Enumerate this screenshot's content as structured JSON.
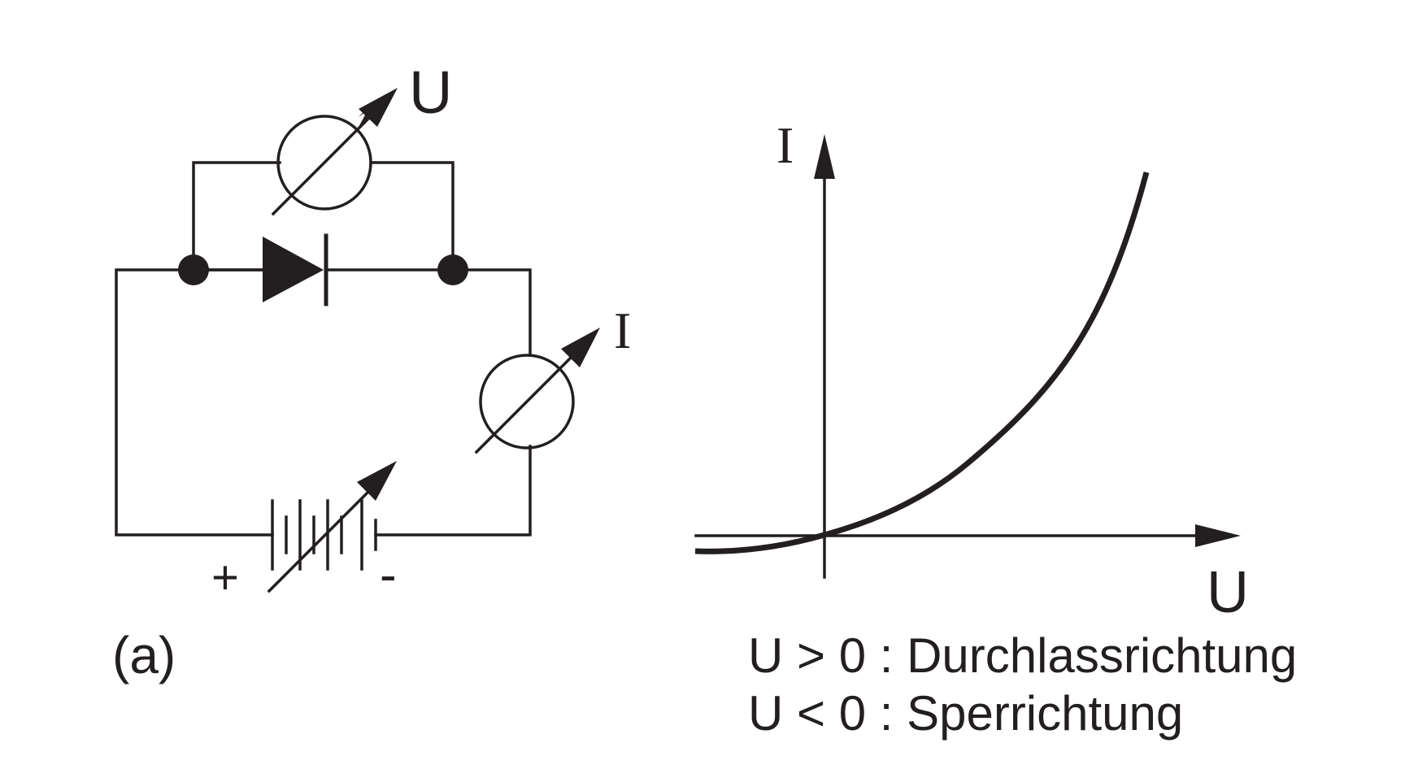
{
  "circuit": {
    "voltmeter_label": "U",
    "ammeter_label": "I",
    "plus_label": "+",
    "minus_label": "-",
    "panel_label": "(a)"
  },
  "graph": {
    "y_axis_label": "I",
    "x_axis_label": "U",
    "legend": [
      "U > 0 : Durchlassrichtung",
      "U < 0 : Sperrichtung"
    ]
  },
  "colors": {
    "ink": "#231f20",
    "background": "#ffffff"
  }
}
